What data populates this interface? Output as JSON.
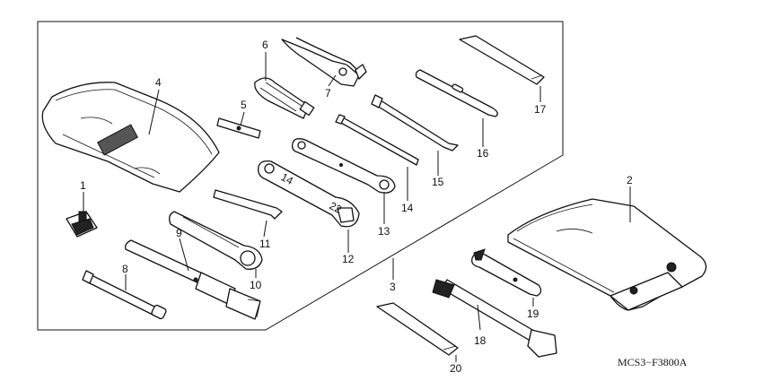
{
  "diagram": {
    "code": "MCS3−F3800A",
    "callouts": [
      "1",
      "2",
      "3",
      "4",
      "5",
      "6",
      "7",
      "8",
      "9",
      "10",
      "11",
      "12",
      "13",
      "14",
      "15",
      "16",
      "17",
      "18",
      "19",
      "20"
    ]
  }
}
